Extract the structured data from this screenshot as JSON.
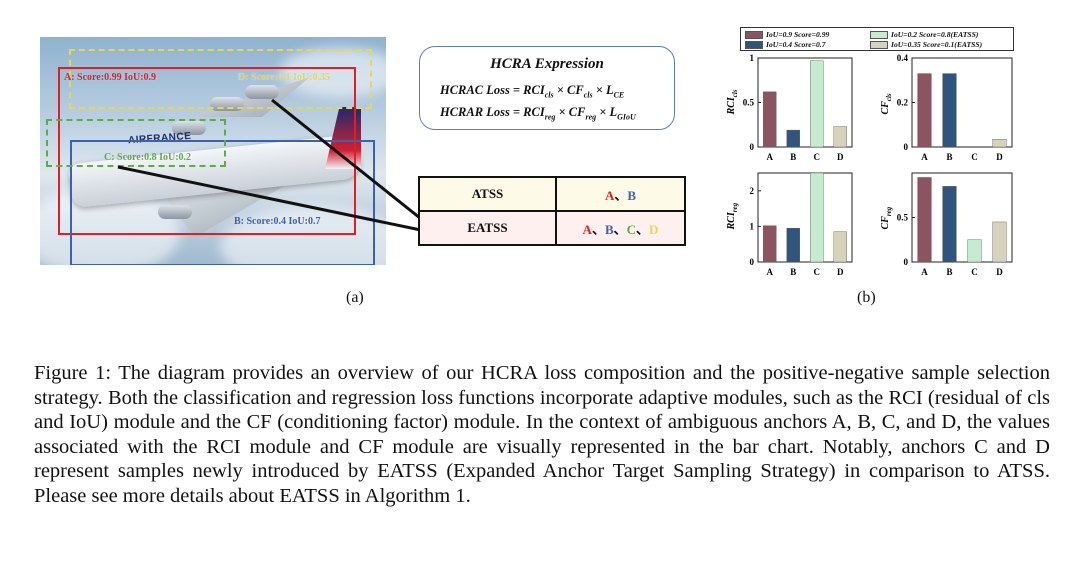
{
  "panel_a": {
    "boxes": [
      {
        "id": "A",
        "label": "A:  Score:0.99  IoU:0.9",
        "color": "#e02020"
      },
      {
        "id": "B",
        "label": "B:  Score:0.4  IoU:0.7",
        "color": "#3a62b0"
      },
      {
        "id": "C",
        "label": "C:  Score:0.8  IoU:0.2",
        "color": "#59b040"
      },
      {
        "id": "D",
        "label": "D:  Score:0.1  IoU:0.35",
        "color": "#ecd64a"
      }
    ],
    "plane_text": "AIRFRANCE",
    "expression": {
      "title": "HCRA Expression",
      "hcrac_prefix": "HCRAC Loss = RCI",
      "hcrac_sub1": "cls",
      "hcrac_mid": " × CF",
      "hcrac_sub2": "cls",
      "hcrac_tail": " × L",
      "hcrac_sub3": "CE",
      "hcrar_prefix": "HCRAR Loss = RCI",
      "hcrar_sub1": "reg",
      "hcrar_mid": " × CF",
      "hcrar_sub2": "reg",
      "hcrar_tail": " × L",
      "hcrar_sub3": "GIoU"
    },
    "table": {
      "row1_name": "ATSS",
      "row2_name": "EATSS",
      "sep": "、"
    },
    "label": "(a)"
  },
  "panel_b_label": "(b)",
  "legend": [
    {
      "label": "IoU=0.9 Score=0.99",
      "color": "#8c5463"
    },
    {
      "label": "IoU=0.2 Score=0.8(EATSS)",
      "color": "#c6ecd0"
    },
    {
      "label": "IoU=0.4 Score=0.7",
      "color": "#2f557f"
    },
    {
      "label": "IoU=0.35 Score=0.1(EATSS)",
      "color": "#d7d3b8"
    }
  ],
  "chart_data": [
    {
      "type": "bar",
      "ylabel_main": "RCI",
      "ylabel_sub": "cls",
      "categories": [
        "A",
        "B",
        "C",
        "D"
      ],
      "values": [
        0.62,
        0.19,
        0.97,
        0.23
      ],
      "ylim": [
        0,
        1
      ],
      "yticks": [
        "0",
        "0.5",
        "1"
      ]
    },
    {
      "type": "bar",
      "ylabel_main": "CF",
      "ylabel_sub": "cls",
      "categories": [
        "A",
        "B",
        "C",
        "D"
      ],
      "values": [
        0.33,
        0.33,
        0.0,
        0.035
      ],
      "ylim": [
        0,
        0.4
      ],
      "yticks": [
        "0",
        "0.2",
        "0.4"
      ]
    },
    {
      "type": "bar",
      "ylabel_main": "RCI",
      "ylabel_sub": "reg",
      "categories": [
        "A",
        "B",
        "C",
        "D"
      ],
      "values": [
        1.02,
        0.95,
        2.5,
        0.85
      ],
      "ylim": [
        0,
        2.5
      ],
      "yticks": [
        "0",
        "1",
        "2"
      ]
    },
    {
      "type": "bar",
      "ylabel_main": "CF",
      "ylabel_sub": "reg",
      "categories": [
        "A",
        "B",
        "C",
        "D"
      ],
      "values": [
        0.95,
        0.85,
        0.25,
        0.45
      ],
      "ylim": [
        0,
        1
      ],
      "yticks": [
        "0",
        "0.5"
      ]
    }
  ],
  "caption": "Figure 1:  The diagram provides an overview of our HCRA loss composition and the positive-negative sample selection strategy. Both the classification and regression loss functions incorporate adaptive modules, such as the RCI (residual of cls and IoU) module and the CF (conditioning factor) module.  In the context of ambiguous anchors A, B, C, and D, the values associated with the RCI module and CF module are visually represented in the bar chart. Notably, anchors C and D represent samples newly introduced by EATSS (Expanded Anchor Target Sampling Strategy) in comparison to ATSS. Please see more details about EATSS in Algorithm 1."
}
